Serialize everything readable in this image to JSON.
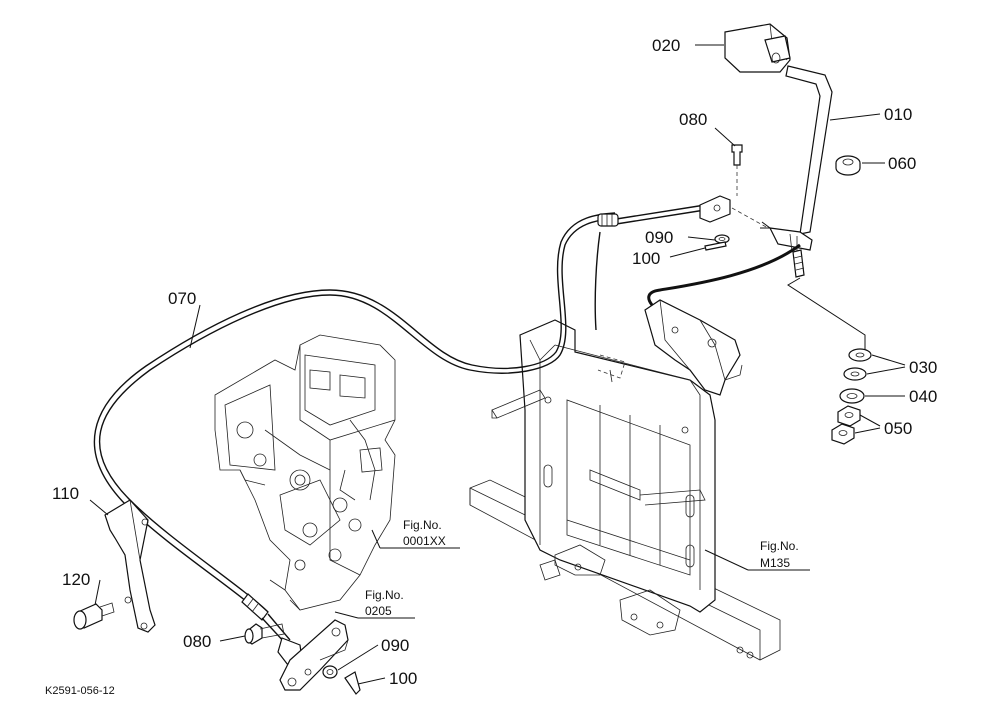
{
  "diagram": {
    "drawing_code": "K2591-056-12",
    "callouts": {
      "p010": "010",
      "p020": "020",
      "p030": "030",
      "p040": "040",
      "p050": "050",
      "p060": "060",
      "p070": "070",
      "p080_upper": "080",
      "p080_lower": "080",
      "p090_upper": "090",
      "p090_lower": "090",
      "p100_upper": "100",
      "p100_lower": "100",
      "p110": "110",
      "p120": "120"
    },
    "figure_refs": {
      "engine": {
        "label": "Fig.No.",
        "number": "0001XX"
      },
      "linkage": {
        "label": "Fig.No.",
        "number": "0205"
      },
      "frame": {
        "label": "Fig.No.",
        "number": "M135"
      }
    }
  }
}
